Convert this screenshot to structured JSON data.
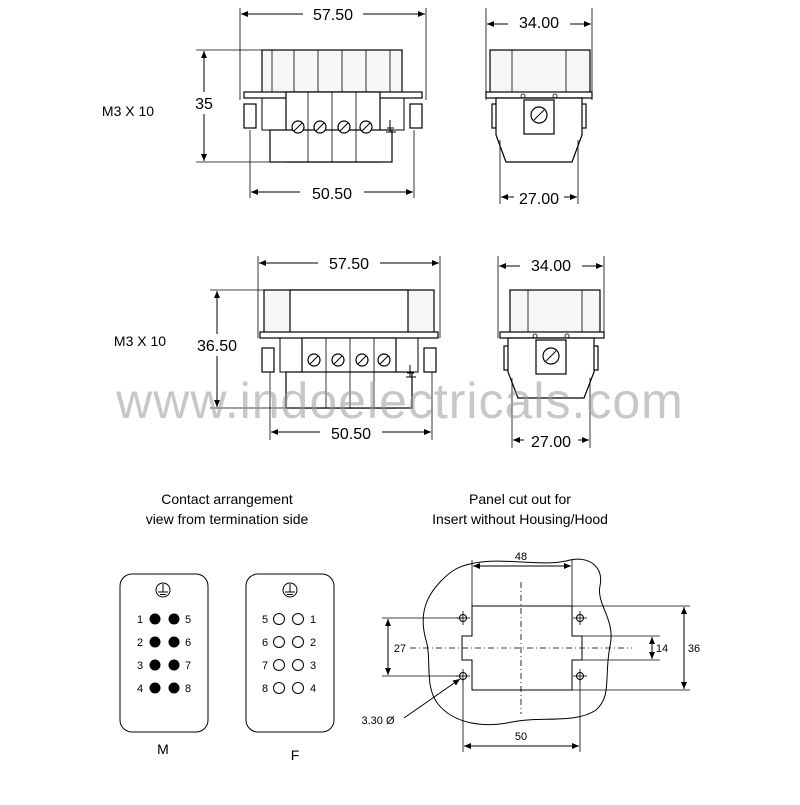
{
  "drawing_1": {
    "width_top": "57.50",
    "height": "35",
    "screw_label": "M3 X 10",
    "width_bottom": "50.50",
    "side_width_top": "34.00",
    "side_width_bottom": "27.00"
  },
  "drawing_2": {
    "width_top": "57.50",
    "height": "36.50",
    "screw_label": "M3 X 10",
    "width_bottom": "50.50",
    "side_width_top": "34.00",
    "side_width_bottom": "27.00"
  },
  "watermark": "www.indoelectricals.com",
  "contact_arrangement": {
    "title_line1": "Contact arrangement",
    "title_line2": "view from termination side",
    "male_label": "M",
    "female_label": "F",
    "male_left": [
      "1",
      "2",
      "3",
      "4"
    ],
    "male_right": [
      "5",
      "6",
      "7",
      "8"
    ],
    "female_left": [
      "5",
      "6",
      "7",
      "8"
    ],
    "female_right": [
      "1",
      "2",
      "3",
      "4"
    ]
  },
  "panel_cutout": {
    "title_line1": "Panel cut out for",
    "title_line2": "Insert without Housing/Hood",
    "dim_top": "48",
    "dim_left": "27",
    "dim_inner_right": "14",
    "dim_right": "36",
    "dim_bottom": "50",
    "hole_label": "3.30 Ø"
  }
}
